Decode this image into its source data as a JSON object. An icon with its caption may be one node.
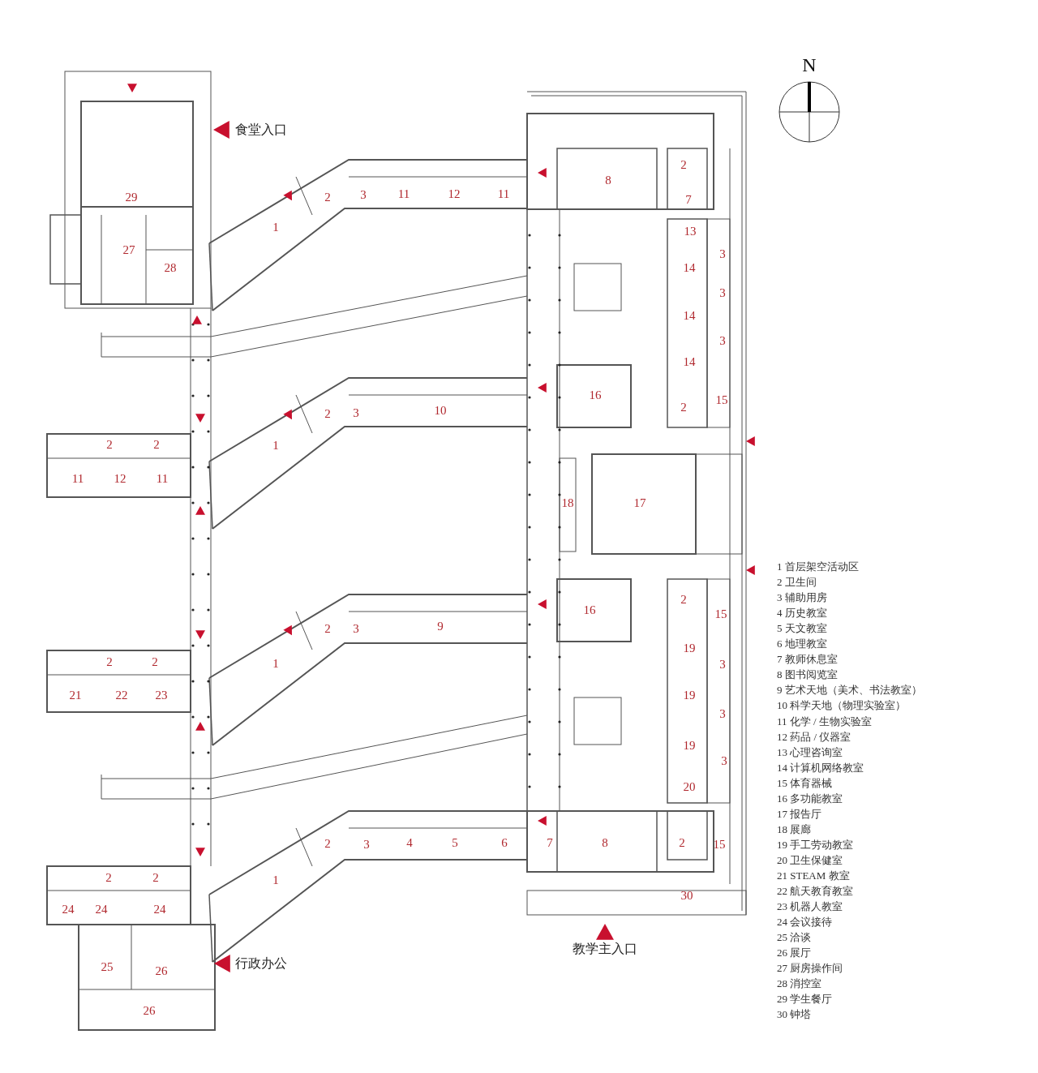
{
  "diagram": {
    "labels": [
      "N",
      "食堂入口",
      "29",
      "2",
      "3",
      "11",
      "12",
      "11",
      "8",
      "2",
      "7",
      "1",
      "13",
      "27",
      "3",
      "28",
      "14",
      "3",
      "14",
      "3",
      "14",
      "16",
      "15",
      "2",
      "2",
      "3",
      "10",
      "2",
      "2",
      "1",
      "11",
      "12",
      "11",
      "18",
      "17",
      "2",
      "16",
      "15",
      "2",
      "3",
      "9",
      "19",
      "2",
      "2",
      "1",
      "3",
      "21",
      "22",
      "23",
      "19",
      "3",
      "19",
      "3",
      "20",
      "2",
      "3",
      "4",
      "5",
      "6",
      "7",
      "8",
      "2",
      "15",
      "2",
      "2",
      "1",
      "30",
      "24",
      "24",
      "24",
      "教学主入口",
      "行政办公",
      "25",
      "26",
      "26",
      "1 首层架空活动区",
      "2 卫生间",
      "3 辅助用房",
      "4 历史教室",
      "5 天文教室",
      "6 地理教室",
      "7 教师休息室",
      "8 图书阅览室",
      "9 艺术天地（美术、书法教室）",
      "10 科学天地（物理实验室）",
      "11 化学 / 生物实验室",
      "12 药品 / 仪器室",
      "13 心理咨询室",
      "14 计算机网络教室",
      "15 体育器械",
      "16 多功能教室",
      "17 报告厅",
      "18 展廊",
      "19 手工劳动教室",
      "20 卫生保健室",
      "21 STEAM 教室",
      "22 航天教育教室",
      "23 机器人教室",
      "24 会议接待",
      "25 洽谈",
      "26 展厅",
      "27 厨房操作间",
      "28 消控室",
      "29 学生餐厅",
      "30 钟塔"
    ]
  }
}
